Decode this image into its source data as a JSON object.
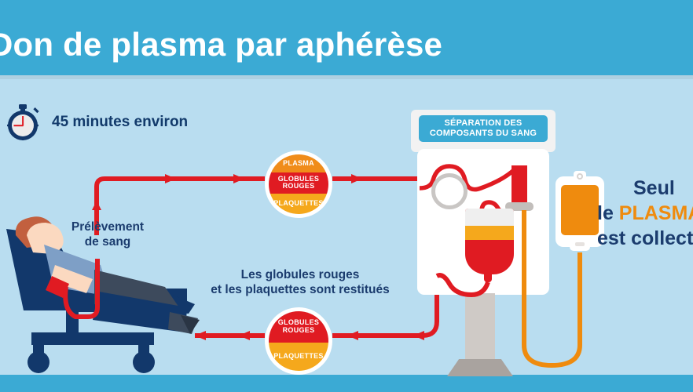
{
  "header": {
    "title": "Don de plasma par aphérèse",
    "band_color": "#3baad4"
  },
  "page": {
    "background_color": "#b9ddf0",
    "floor_color": "#3baad4"
  },
  "duration": {
    "icon": "stopwatch-icon",
    "label": "45 minutes environ"
  },
  "labels": {
    "prelevement": "Prélèvement\nde sang",
    "prelevement_line1": "Prélèvement",
    "prelevement_line2": "de sang",
    "restitution_line1": "Les globules rouges",
    "restitution_line2": "et les plaquettes sont restitués",
    "seul_line1": "Seul",
    "seul_line2_prefix": "le ",
    "seul_line2_highlight": "PLASMA",
    "seul_line3": "est collecté"
  },
  "machine": {
    "badge_line1": "SÉPARATION DES",
    "badge_line2": "COMPOSANTS DU SANG",
    "badge_color": "#3baad4"
  },
  "circles": [
    {
      "id": "blood-components-outbound",
      "bands": [
        {
          "label": "PLASMA",
          "color": "#f08c1a"
        },
        {
          "label": "GLOBULES ROUGES",
          "color": "#e01b22"
        },
        {
          "label": "PLAQUETTES",
          "color": "#f5a81c"
        }
      ]
    },
    {
      "id": "blood-components-returned",
      "bands": [
        {
          "label": "GLOBULES ROUGES",
          "color": "#e01b22"
        },
        {
          "label": "PLAQUETTES",
          "color": "#f5a81c"
        }
      ]
    }
  ],
  "colors": {
    "navy_text": "#1b3c6e",
    "blood_red": "#e01b22",
    "plasma_orange": "#ef8b0e",
    "chair_navy": "#12386b",
    "skin": "#fbd9c0",
    "shirt_blue": "#7e9fc6",
    "hair": "#c2603f",
    "trousers": "#3d4a5c"
  }
}
